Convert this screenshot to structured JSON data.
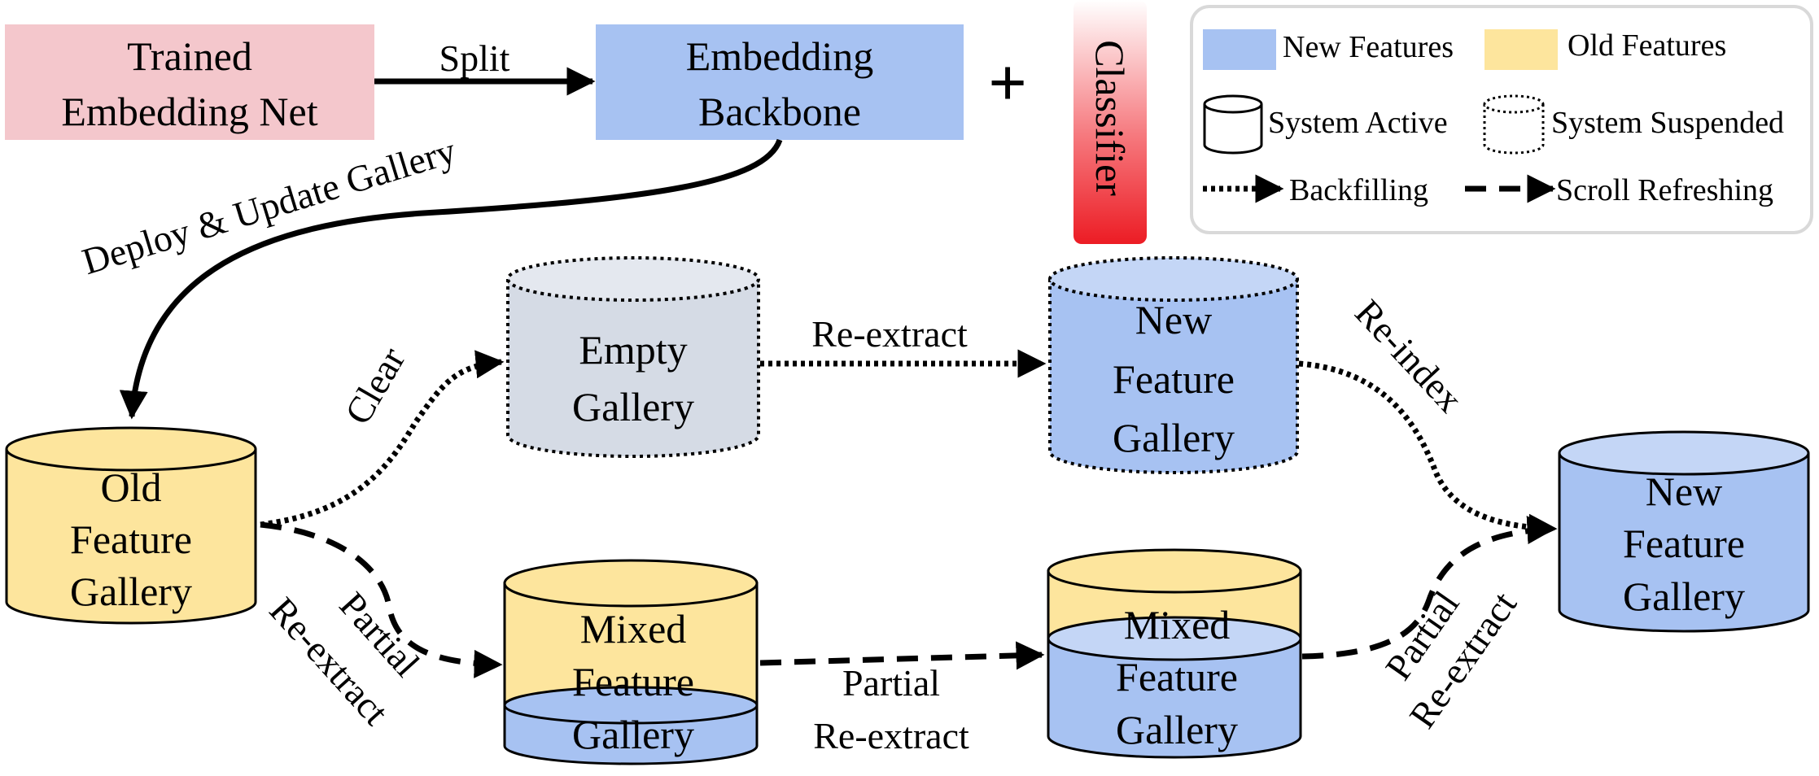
{
  "colors": {
    "trained_fill": "#f4c7cc",
    "new_feature": "#a7c2f2",
    "new_feature_top": "#c4d6f6",
    "old_feature": "#fde59d",
    "empty_fill": "#d5dbe5",
    "empty_top": "#e4e8ef",
    "classifier_red": "#ec1c24",
    "legend_border": "#d9d9d9"
  },
  "top": {
    "trained_line1": "Trained",
    "trained_line2": "Embedding Net",
    "split_label": "Split",
    "backbone_line1": "Embedding",
    "backbone_line2": "Backbone",
    "plus": "+",
    "classifier": "Classifier"
  },
  "deploy_label": "Deploy & Update Gallery",
  "galleries": {
    "old": [
      "Old",
      "Feature",
      "Gallery"
    ],
    "empty": [
      "Empty",
      "Gallery"
    ],
    "new_mid": [
      "New",
      "Feature",
      "Gallery"
    ],
    "new_final": [
      "New",
      "Feature",
      "Gallery"
    ],
    "mixed_left": [
      "Mixed",
      "Feature",
      "Gallery"
    ],
    "mixed_right": [
      "Mixed",
      "Feature",
      "Gallery"
    ]
  },
  "edges": {
    "clear": "Clear",
    "reextract": "Re-extract",
    "reindex": "Re-index",
    "partial_left": [
      "Partial",
      "Re-extract"
    ],
    "partial_mid": [
      "Partial",
      "Re-extract"
    ],
    "partial_right": [
      "Partial",
      "Re-extract"
    ]
  },
  "legend": {
    "new_features": "New Features",
    "old_features": "Old Features",
    "system_active": "System Active",
    "system_suspended": "System Suspended",
    "backfilling": "Backfilling",
    "scroll_refreshing": "Scroll Refreshing"
  }
}
